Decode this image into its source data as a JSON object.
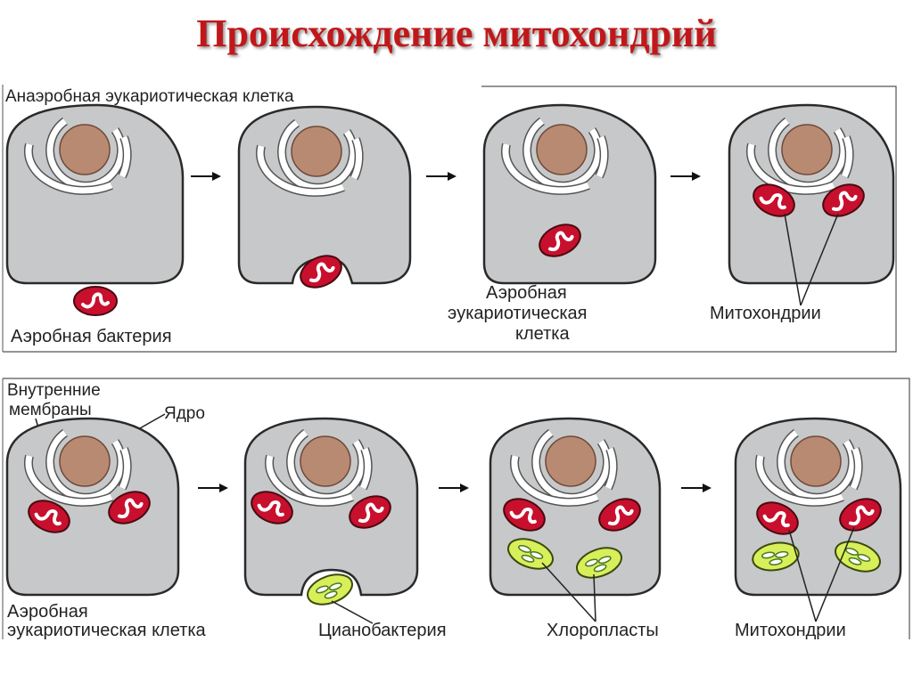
{
  "title": "Происхождение митохондрий",
  "colors": {
    "title": "#c0181a",
    "cell_fill": "#c7c8c9",
    "nucleus": "#b98a72",
    "mitochondria": "#c8102e",
    "chloroplast": "#d8ef5a",
    "outline": "#2a2a2a"
  },
  "top_panel": {
    "header": "Анаэробная эукариотическая клетка",
    "bacterium_label": "Аэробная бактерия",
    "aerobic_cell_label": [
      "Аэробная",
      "эукариотическая",
      "клетка"
    ],
    "mitochondria_label": "Митохондрии"
  },
  "bottom_panel": {
    "membranes_label": [
      "Внутренние",
      "мембраны"
    ],
    "nucleus_label": "Ядро",
    "aerobic_cell_label": [
      "Аэробная",
      "эукариотическая клетка"
    ],
    "cyanobacterium_label": "Цианобактерия",
    "chloroplasts_label": "Хлоропласты",
    "mitochondria_label": "Митохондрии"
  }
}
